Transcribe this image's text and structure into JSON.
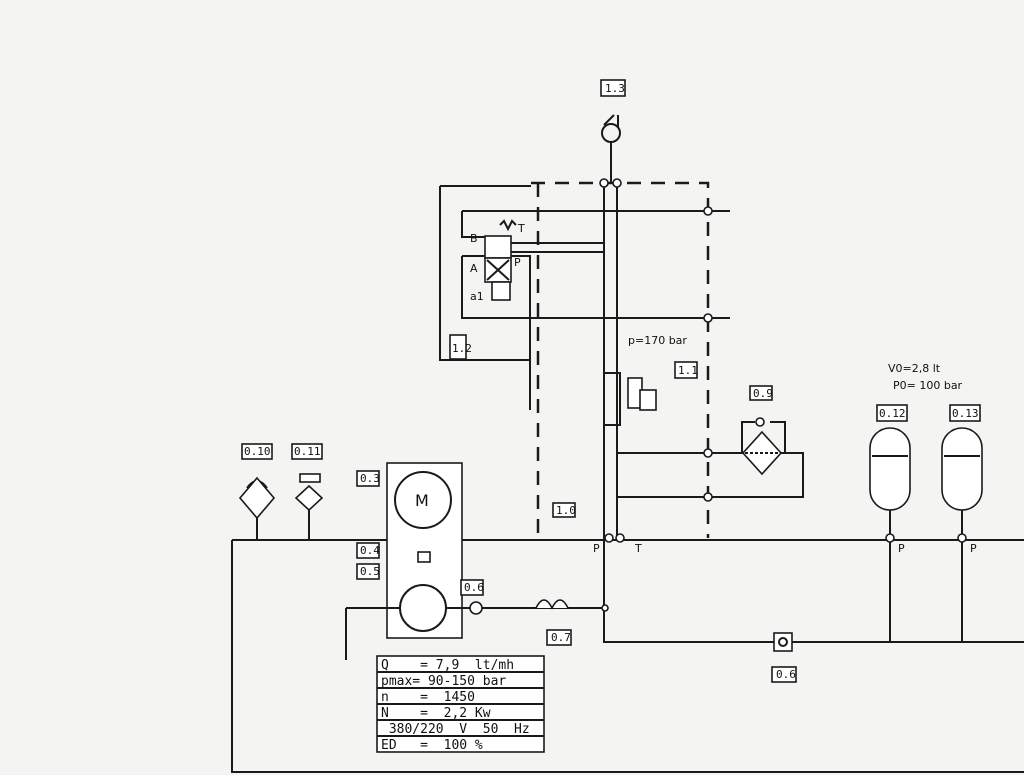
{
  "labels": {
    "l13": "1.3",
    "l12": "1.2",
    "l11": "1.1",
    "l10": "1.0",
    "l09": "0.9",
    "l010": "0.10",
    "l011": "0.11",
    "l03": "0.3",
    "l04": "0.4",
    "l05": "0.5",
    "l06a": "0.6",
    "l07": "0.7",
    "l06b": "0.6",
    "l012": "0.12",
    "l013": "0.13"
  },
  "annotations": {
    "relief_pressure": "p=170 bar",
    "accumulator_volume": "V0=2,8 lt",
    "accumulator_pressure": "P0= 100 bar",
    "port_p_main": "P",
    "port_t_main": "T",
    "port_p_acc1": "P",
    "port_p_acc2": "P",
    "valve_a": "A",
    "valve_b": "B",
    "valve_p": "P",
    "valve_t": "T",
    "valve_a1": "a1",
    "motor": "M"
  },
  "spec_table": [
    "Q    = 7,9  lt/mh",
    "pmax= 90-150 bar",
    "n    =  1450",
    "N    =  2,2 Kw",
    " 380/220  V  50  Hz",
    "ED   =  100 %"
  ],
  "colors": {
    "ink": "#1a1a1a",
    "paper": "#f4f4f2"
  }
}
